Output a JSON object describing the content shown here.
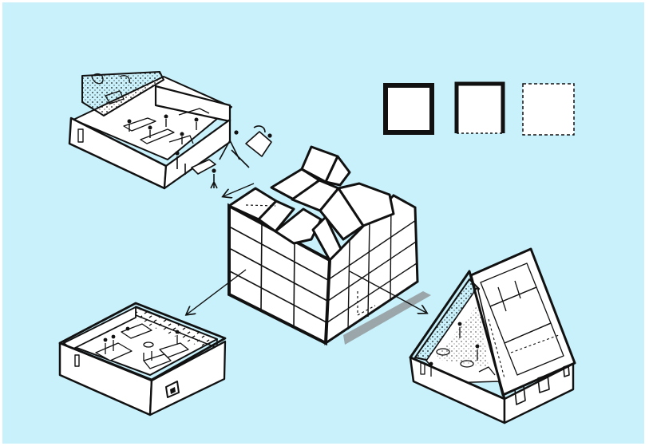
{
  "diagram": {
    "background_color": "#c8f1fb",
    "frame_color": "#ffffff",
    "ink_color": "#111111",
    "wall_color": "#ffffff",
    "shadow_color": "#9aa6aa",
    "legend": [
      {
        "name": "legend-square-solid",
        "style": "solid"
      },
      {
        "name": "legend-square-partial",
        "style": "partial-dashed"
      },
      {
        "name": "legend-square-dashed",
        "style": "dashed"
      }
    ],
    "modules": [
      {
        "name": "central-stacked-module-block",
        "role": "central"
      },
      {
        "name": "workshop-room-module",
        "role": "exploded-top-left"
      },
      {
        "name": "living-room-module",
        "role": "exploded-bottom-left"
      },
      {
        "name": "a-frame-room-module",
        "role": "exploded-bottom-right"
      }
    ]
  }
}
